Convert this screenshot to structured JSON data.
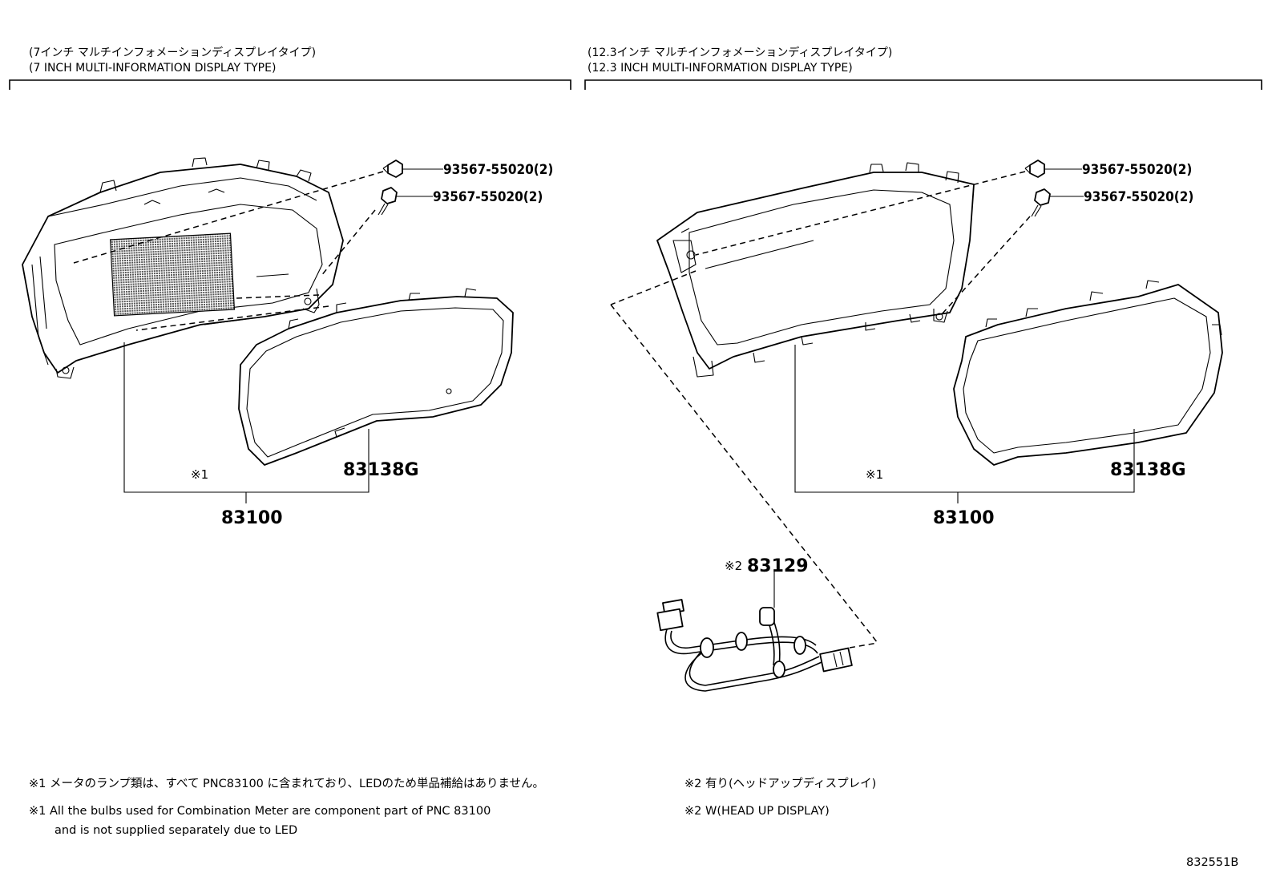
{
  "sections": [
    {
      "title_jp": "(7インチ マルチインフォメーションディスプレイタイプ)",
      "title_en": "(7 INCH MULTI-INFORMATION DISPLAY TYPE)",
      "screw_1": "93567-55020(2)",
      "screw_2": "93567-55020(2)",
      "glass": "83138G",
      "note_mark": "※1",
      "meter": "83100"
    },
    {
      "title_jp": "(12.3インチ マルチインフォメーションディスプレイタイプ)",
      "title_en": "(12.3 INCH MULTI-INFORMATION DISPLAY TYPE)",
      "screw_1": "93567-55020(2)",
      "screw_2": "93567-55020(2)",
      "glass": "83138G",
      "note_mark": "※1",
      "meter": "83100",
      "harness_mark": "※2",
      "harness": "83129"
    }
  ],
  "notes": {
    "note1_jp": "※1 メータのランプ類は、すべて PNC83100 に含まれており、LEDのため単品補給はありません。",
    "note1_en_line1": "※1 All the bulbs used for Combination Meter are component part of PNC 83100",
    "note1_en_line2": "and is not supplied separately due to LED",
    "note2_jp": "※2 有り(ヘッドアップディスプレイ)",
    "note2_en": "※2 W(HEAD UP DISPLAY)"
  },
  "illustration_id": "832551B"
}
